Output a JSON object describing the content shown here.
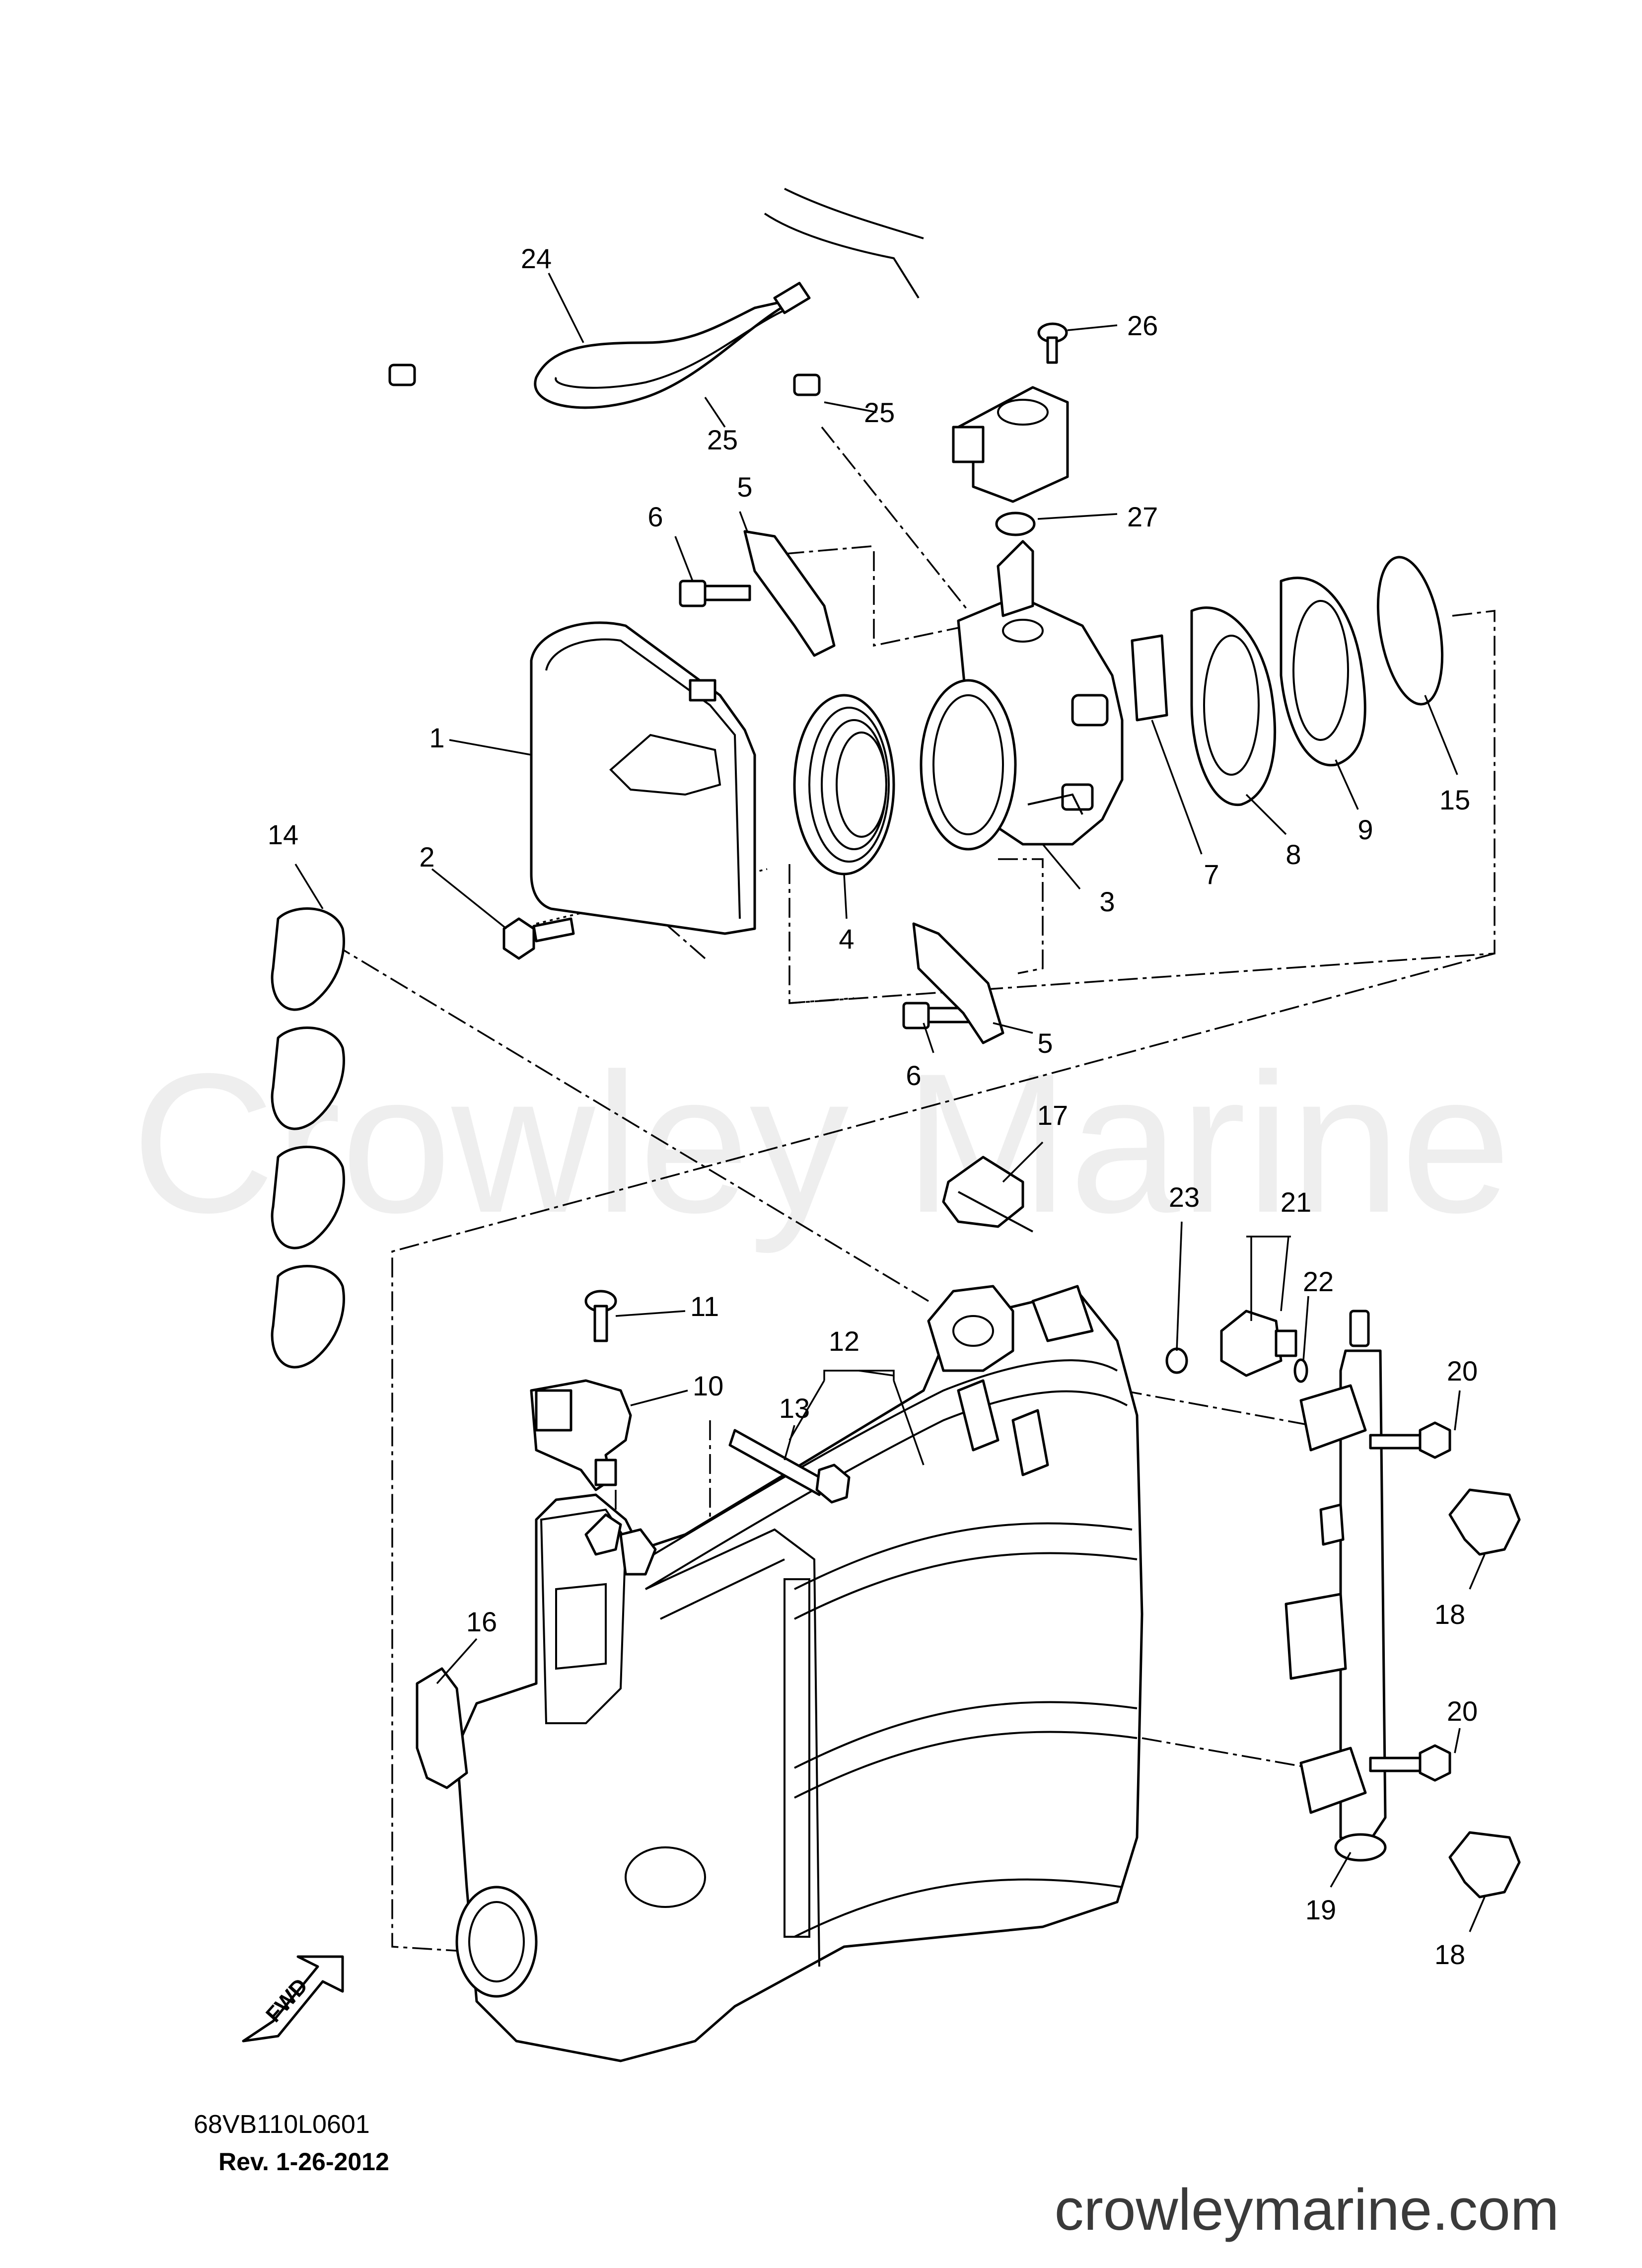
{
  "watermark": "Crowley Marine",
  "site_url": "crowleymarine.com",
  "diagram_code": "68VB110L0601",
  "revision": "Rev.  1-26-2012",
  "fwd_label": "FWD",
  "callouts": {
    "c1": "1",
    "c2": "2",
    "c3": "3",
    "c4": "4",
    "c5a": "5",
    "c5b": "5",
    "c6a": "6",
    "c6b": "6",
    "c7": "7",
    "c8": "8",
    "c9": "9",
    "c10": "10",
    "c11": "11",
    "c12": "12",
    "c13": "13",
    "c14": "14",
    "c15": "15",
    "c16": "16",
    "c17": "17",
    "c18a": "18",
    "c18b": "18",
    "c19": "19",
    "c20a": "20",
    "c20b": "20",
    "c21": "21",
    "c22": "22",
    "c23": "23",
    "c24": "24",
    "c25a": "25",
    "c25b": "25",
    "c26": "26",
    "c27": "27"
  }
}
